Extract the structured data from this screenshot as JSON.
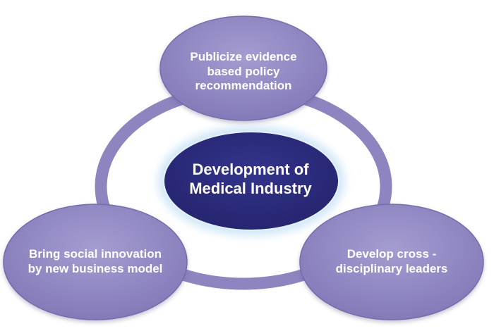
{
  "diagram": {
    "center": {
      "text": "Development of\nMedical Industry",
      "fill": "#2a2a7a"
    },
    "nodes": [
      {
        "id": "top",
        "text": "Publicize evidence\nbased policy\nrecommendation"
      },
      {
        "id": "left",
        "text": "Bring social innovation\nby new business model"
      },
      {
        "id": "right",
        "text": "Develop cross -\ndisciplinary leaders"
      }
    ],
    "colors": {
      "ring": "#8e84c0",
      "node_fill": "#9189c2",
      "node_stroke": "#7a70b0",
      "center_glow": "#d6eaf8",
      "text": "#ffffff"
    }
  }
}
